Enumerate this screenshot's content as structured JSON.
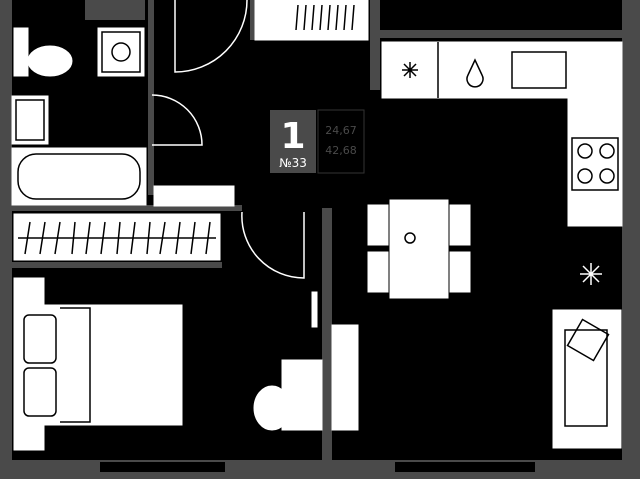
{
  "apartment": {
    "rooms_count": "1",
    "number": "№33",
    "living_area": "24,67",
    "total_area": "42,68"
  },
  "colors": {
    "background": "#4a4a4a",
    "floor": "#000000",
    "fixtures": "#ffffff"
  }
}
